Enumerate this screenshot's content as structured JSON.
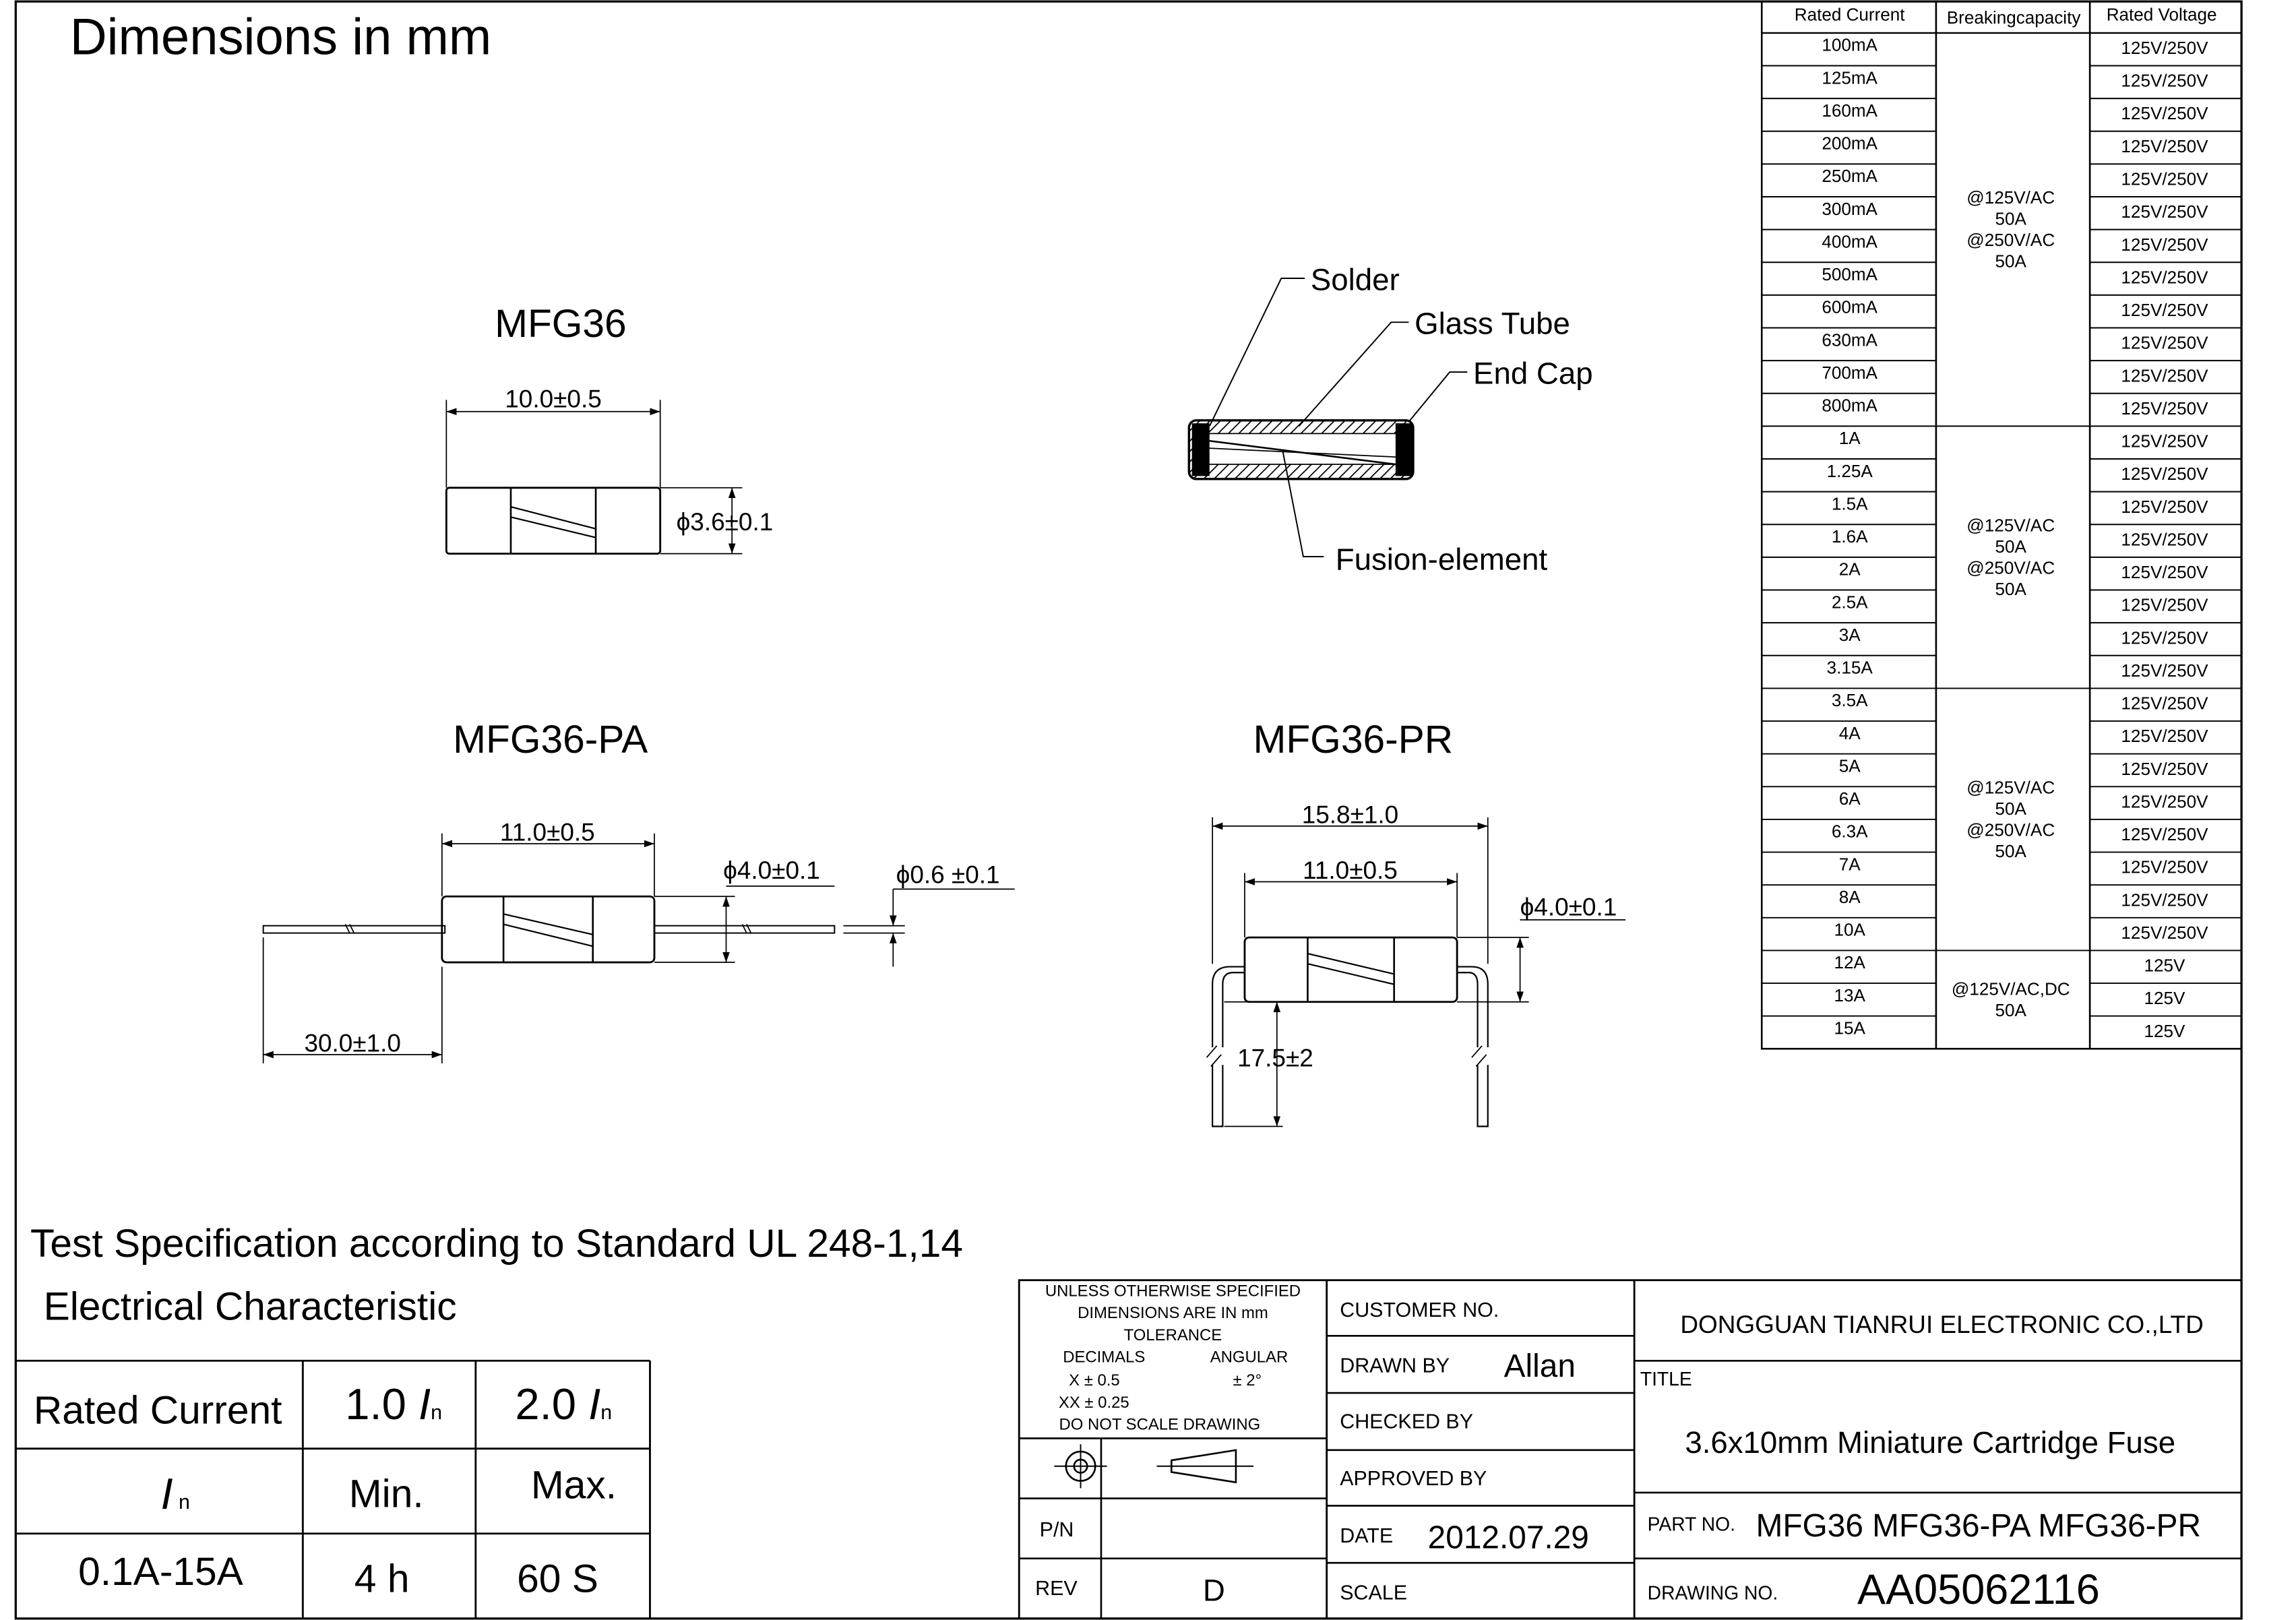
{
  "header": {
    "title": "Dimensions in mm"
  },
  "views": {
    "mfg36": {
      "title": "MFG36",
      "length": "10.0±0.5",
      "diameter": "ϕ3.6±0.1"
    },
    "construction": {
      "solder": "Solder",
      "glass_tube": "Glass Tube",
      "end_cap": "End Cap",
      "fusion_element": "Fusion-element"
    },
    "mfg36_pa": {
      "title": "MFG36-PA",
      "body_length": "11.0±0.5",
      "body_diameter": "ϕ4.0±0.1",
      "lead_diameter": "ϕ0.6 ±0.1",
      "lead_length": "30.0±1.0"
    },
    "mfg36_pr": {
      "title": "MFG36-PR",
      "overall_length": "15.8±1.0",
      "body_length": "11.0±0.5",
      "body_diameter": "ϕ4.0±0.1",
      "lead_length": "17.5±2"
    }
  },
  "ratings_table": {
    "headers": [
      "Rated Current",
      "Breakingcapacity",
      "Rated Voltage"
    ],
    "rows": [
      [
        "100mA",
        "125V/250V"
      ],
      [
        "125mA",
        "125V/250V"
      ],
      [
        "160mA",
        "125V/250V"
      ],
      [
        "200mA",
        "125V/250V"
      ],
      [
        "250mA",
        "125V/250V"
      ],
      [
        "300mA",
        "125V/250V"
      ],
      [
        "400mA",
        "125V/250V"
      ],
      [
        "500mA",
        "125V/250V"
      ],
      [
        "600mA",
        "125V/250V"
      ],
      [
        "630mA",
        "125V/250V"
      ],
      [
        "700mA",
        "125V/250V"
      ],
      [
        "800mA",
        "125V/250V"
      ],
      [
        "1A",
        "125V/250V"
      ],
      [
        "1.25A",
        "125V/250V"
      ],
      [
        "1.5A",
        "125V/250V"
      ],
      [
        "1.6A",
        "125V/250V"
      ],
      [
        "2A",
        "125V/250V"
      ],
      [
        "2.5A",
        "125V/250V"
      ],
      [
        "3A",
        "125V/250V"
      ],
      [
        "3.15A",
        "125V/250V"
      ],
      [
        "3.5A",
        "125V/250V"
      ],
      [
        "4A",
        "125V/250V"
      ],
      [
        "5A",
        "125V/250V"
      ],
      [
        "6A",
        "125V/250V"
      ],
      [
        "6.3A",
        "125V/250V"
      ],
      [
        "7A",
        "125V/250V"
      ],
      [
        "8A",
        "125V/250V"
      ],
      [
        "10A",
        "125V/250V"
      ],
      [
        "12A",
        "125V"
      ],
      [
        "13A",
        "125V"
      ],
      [
        "15A",
        "125V"
      ]
    ],
    "breaking_groups": [
      {
        "lines": [
          "@125V/AC",
          "50A",
          "@250V/AC",
          "50A"
        ]
      },
      {
        "lines": [
          "@125V/AC",
          "50A",
          "@250V/AC",
          "50A"
        ]
      },
      {
        "lines": [
          "@125V/AC",
          "50A",
          "@250V/AC",
          "50A"
        ]
      },
      {
        "lines": [
          "@125V/AC,DC",
          "50A"
        ]
      }
    ]
  },
  "test_spec": {
    "standard": "Test Specification according to Standard UL 248-1,14",
    "subtitle": "Electrical Characteristic",
    "rated_current_label": "Rated Current",
    "in_symbol": "I",
    "in_subscript": "n",
    "col1_mult": "1.0",
    "col2_mult": "2.0",
    "min_label": "Min.",
    "max_label": "Max.",
    "range": "0.1A-15A",
    "min_value": "4 h",
    "max_value": "60 S"
  },
  "title_block": {
    "tolerance": {
      "line1": "UNLESS OTHERWISE SPECIFIED",
      "line2": "DIMENSIONS ARE IN mm",
      "line3": "TOLERANCE",
      "decimals": "DECIMALS",
      "angular": "ANGULAR",
      "x_tol": "X  ±  0.5",
      "ang_tol": "±  2°",
      "xx_tol": "XX  ±  0.25",
      "note": "DO NOT SCALE DRAWING"
    },
    "pn_label": "P/N",
    "rev_label": "REV",
    "rev_value": "D",
    "customer_no_label": "CUSTOMER NO.",
    "drawn_by_label": "DRAWN BY",
    "drawn_by_value": "Allan",
    "checked_by_label": "CHECKED BY",
    "approved_by_label": "APPROVED BY",
    "date_label": "DATE",
    "date_value": "2012.07.29",
    "scale_label": "SCALE",
    "company": "DONGGUAN TIANRUI ELECTRONIC CO.,LTD",
    "title_label": "TITLE",
    "title_value": "3.6x10mm Miniature Cartridge Fuse",
    "part_no_label": "PART NO.",
    "part_no_value": "MFG36 MFG36-PA MFG36-PR",
    "drawing_no_label": "DRAWING NO.",
    "drawing_no_value": "AA05062116"
  }
}
